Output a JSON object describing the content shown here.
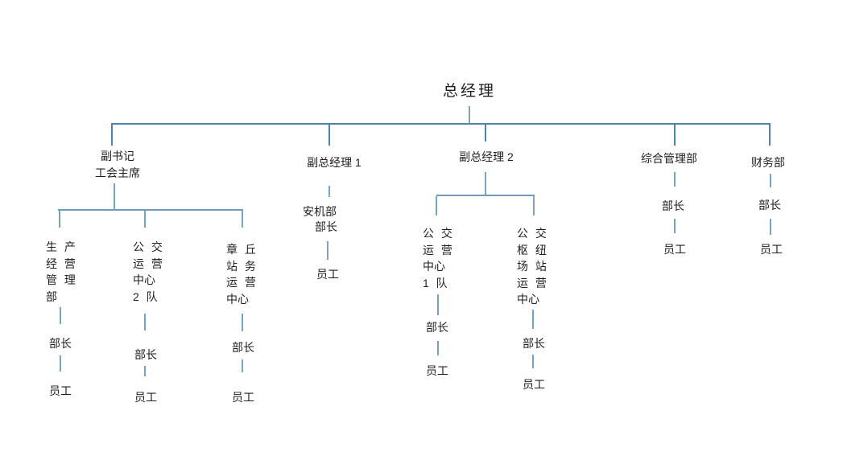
{
  "page": {
    "background_color": "#ffffff",
    "line_color_horizontal": "#4d84a9",
    "line_color_vertical": "#79a3bf",
    "text_color": "#1f1f1f"
  },
  "chart": {
    "type": "org-chart",
    "root": "总经理",
    "branches": [
      {
        "name": [
          "副书记",
          "工会主席"
        ],
        "children": [
          {
            "name": [
              "生 产",
              "经 营",
              "管 理",
              "部"
            ],
            "chain": [
              "部长",
              "员工"
            ]
          },
          {
            "name": [
              "公 交",
              "运 营",
              "中心",
              "2 队"
            ],
            "chain": [
              "部长",
              "员工"
            ]
          },
          {
            "name": [
              "章 丘",
              "站 务",
              "运 营",
              "中心"
            ],
            "chain": [
              "部长",
              "员工"
            ]
          }
        ]
      },
      {
        "name": [
          "副总经理 1"
        ],
        "children": [
          {
            "name": [
              "安机部",
              "部长"
            ],
            "chain": [
              "员工"
            ]
          }
        ]
      },
      {
        "name": [
          "副总经理 2"
        ],
        "children": [
          {
            "name": [
              "公 交",
              "运 营",
              "中心",
              "1 队"
            ],
            "chain": [
              "部长",
              "员工"
            ]
          },
          {
            "name": [
              "公 交",
              "枢 纽",
              "场 站",
              "运 营",
              "中心"
            ],
            "chain": [
              "部长",
              "员工"
            ]
          }
        ]
      },
      {
        "name": [
          "综合管理部"
        ],
        "chain": [
          "部长",
          "员工"
        ]
      },
      {
        "name": [
          "财务部"
        ],
        "chain": [
          "部长",
          "员工"
        ]
      }
    ]
  }
}
